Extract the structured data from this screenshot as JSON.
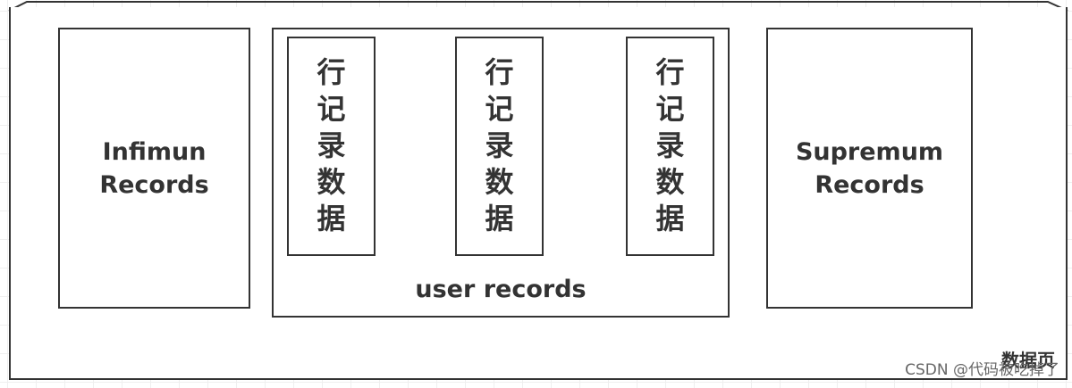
{
  "diagram": {
    "infimum_label": "Infimun\nRecords",
    "supremum_label": "Supremum\nRecords",
    "user_records_label": "user records",
    "row_labels": [
      "行\n记\n录\n数\n据",
      "行\n记\n录\n数\n据",
      "行\n记\n录\n数\n据"
    ],
    "page_label": "数据页"
  },
  "watermark": "CSDN @代码被吃掉了",
  "colors": {
    "stroke": "#333333",
    "background": "#ffffff",
    "grid": "#efefef"
  }
}
